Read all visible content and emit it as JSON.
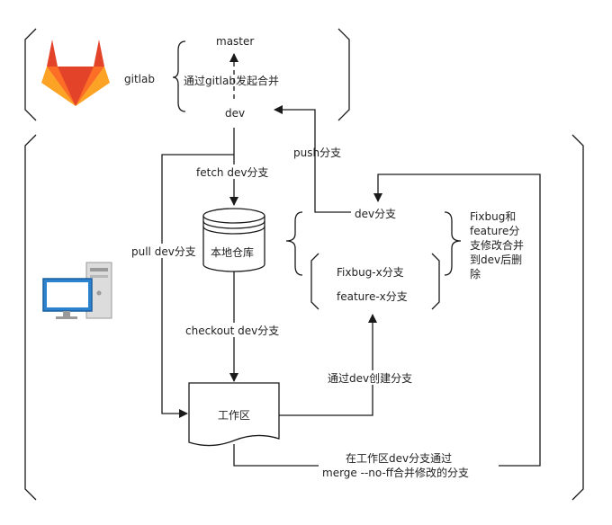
{
  "colors": {
    "logo_dark": "#E24329",
    "logo_mid": "#FC6D26",
    "logo_light": "#FCA326",
    "monitor": "#2B83D0",
    "tower": "#DCDCDC"
  },
  "icons": {
    "gitlab": "gitlab-logo-icon",
    "computer": "desktop-computer-icon",
    "database": "database-cylinder-icon",
    "document": "document-shape-icon"
  },
  "labels": {
    "gitlab": "gitlab",
    "master": "master",
    "merge_request": "通过gitlab发起合并",
    "dev_remote": "dev",
    "push": "push分支",
    "fetch": "fetch dev分支",
    "local_repo": "本地仓库",
    "pull": "pull dev分支",
    "dev_branch": "dev分支",
    "fixbug_branch": "Fixbug-x分支",
    "feature_branch": "feature-x分支",
    "delete_note": [
      "Fixbug和",
      "feature分",
      "支修改合并",
      "到dev后删",
      "除"
    ],
    "checkout": "checkout dev分支",
    "create_branch": "通过dev创建分支",
    "workspace": "工作区",
    "merge_note_1": "在工作区dev分支通过",
    "merge_note_2": "merge --no-ff合并修改的分支"
  }
}
